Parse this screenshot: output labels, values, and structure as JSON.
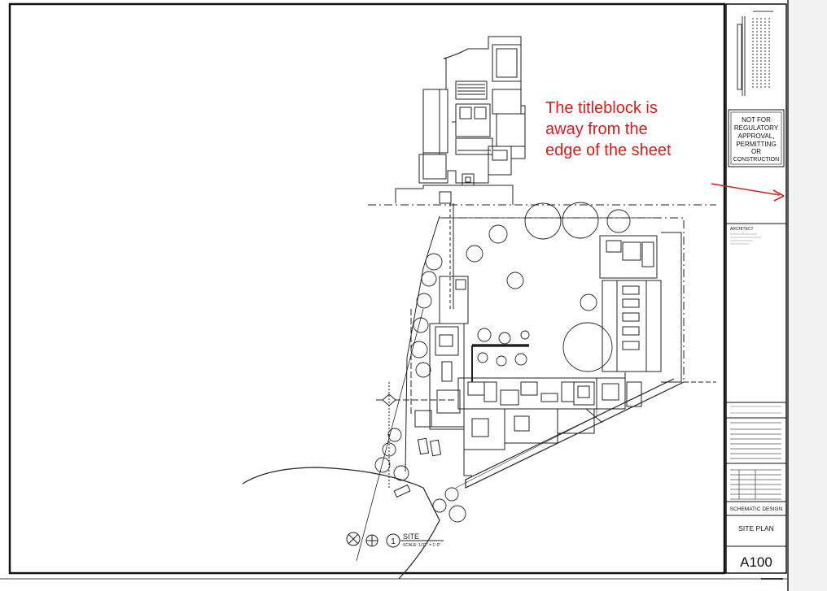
{
  "annotation": {
    "line1": "The titleblock is",
    "line2": "away from the",
    "line3": "edge of the sheet",
    "color": "#d42020"
  },
  "titleblock": {
    "stamp": [
      "NOT FOR",
      "REGULATORY",
      "APPROVAL,",
      "PERMITTING",
      "OR",
      "CONSTRUCTION"
    ],
    "architect_label": "ARCHITECT",
    "phase": "SCHEMATIC DESIGN",
    "sheet_title": "SITE PLAN",
    "sheet_number": "A100"
  },
  "drawing": {
    "callout_number": "1",
    "callout_title": "SITE",
    "callout_scale": "SCALE: 1/32\" = 1'-0\""
  }
}
